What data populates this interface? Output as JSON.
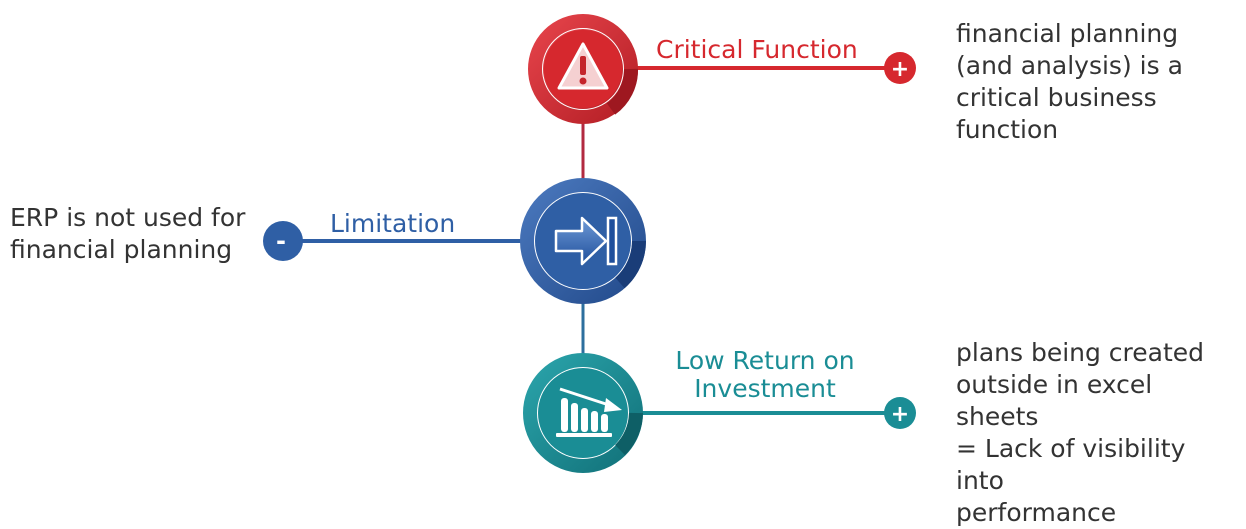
{
  "nodes": [
    {
      "id": "critical",
      "label": "Critical Function",
      "sign": "+",
      "color": "#d6282e",
      "icon": "warning-triangle-icon",
      "description": "financial planning\n(and analysis) is a\ncritical business\nfunction"
    },
    {
      "id": "limitation",
      "label": "Limitation",
      "sign": "-",
      "color": "#2f5fa5",
      "icon": "arrow-to-bar-icon",
      "description": "ERP is not used for\nfinancial planning"
    },
    {
      "id": "roi",
      "label": "Low Return on\nInvestment",
      "sign": "+",
      "color": "#1a8d95",
      "icon": "declining-bar-chart-icon",
      "description": "plans being created\noutside in excel sheets\n= Lack of visibility into\nperformance"
    }
  ]
}
